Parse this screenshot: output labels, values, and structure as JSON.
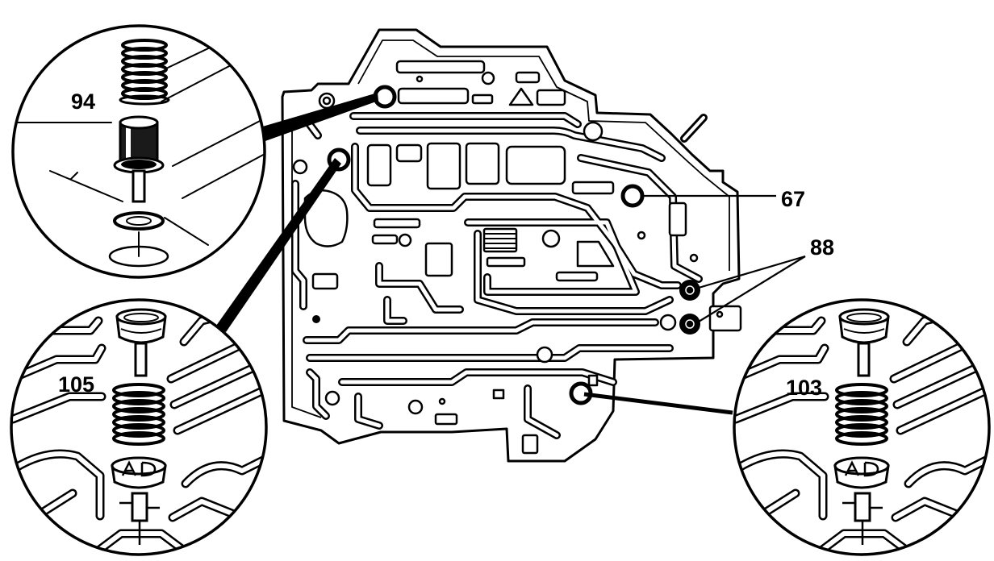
{
  "detail_views": [
    {
      "label": "94"
    },
    {
      "label": "105"
    },
    {
      "label": "103"
    }
  ],
  "callouts": [
    {
      "label": "67"
    },
    {
      "label": "88"
    }
  ]
}
